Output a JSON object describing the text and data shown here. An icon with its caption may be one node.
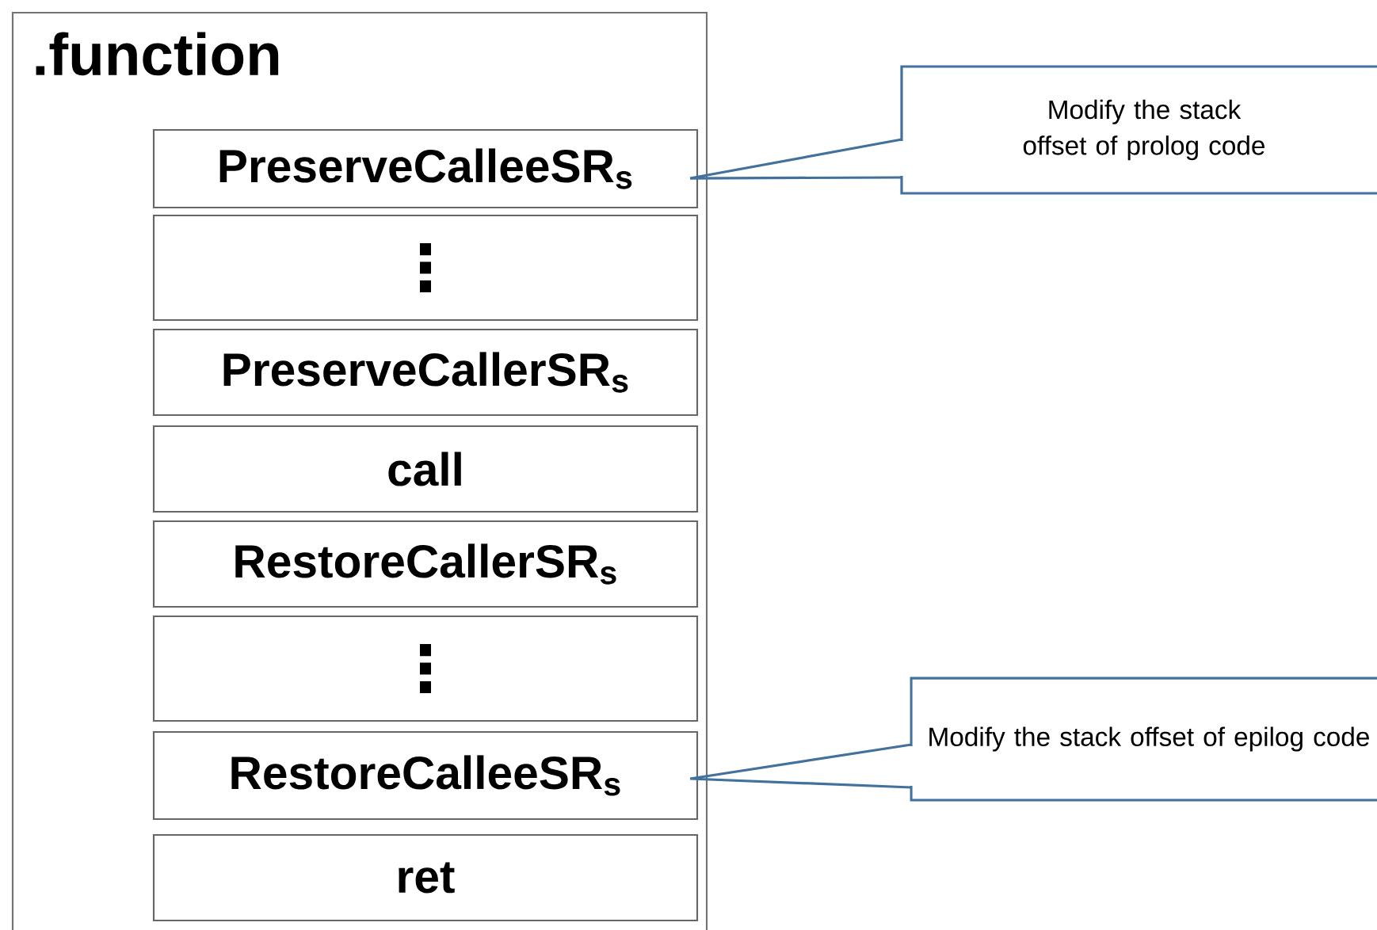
{
  "diagram": {
    "nodes": [
      {
        "text": [
          ".function"
        ]
      },
      {
        "text": [
          "PreserveCalleeSR$_{s}$"
        ],
        "in": 0
      },
      {
        "text": [
          "⋮"
        ],
        "in": 0
      },
      {
        "text": [
          "PreserveCallerSR$_{s}$"
        ],
        "in": 0
      },
      {
        "text": [
          "call"
        ],
        "in": 0
      },
      {
        "text": [
          "RestoreCallerSR$_{s}$"
        ],
        "in": 0
      },
      {
        "text": [
          "⋮"
        ],
        "in": 0
      },
      {
        "text": [
          "RestoreCalleeSR$_{s}$"
        ],
        "in": 0
      },
      {
        "text": [
          "ret"
        ],
        "in": 0
      },
      {
        "text": [
          "Modify the stack offset of prolog code"
        ]
      },
      {
        "text": [
          "Modify the stack offset of epilog code"
        ]
      }
    ],
    "edges": [
      {
        "from": 9,
        "to": 1,
        "arrow": "none",
        "color": "#41719c"
      },
      {
        "from": 10,
        "to": 7,
        "arrow": "none",
        "color": "#41719c"
      }
    ]
  }
}
